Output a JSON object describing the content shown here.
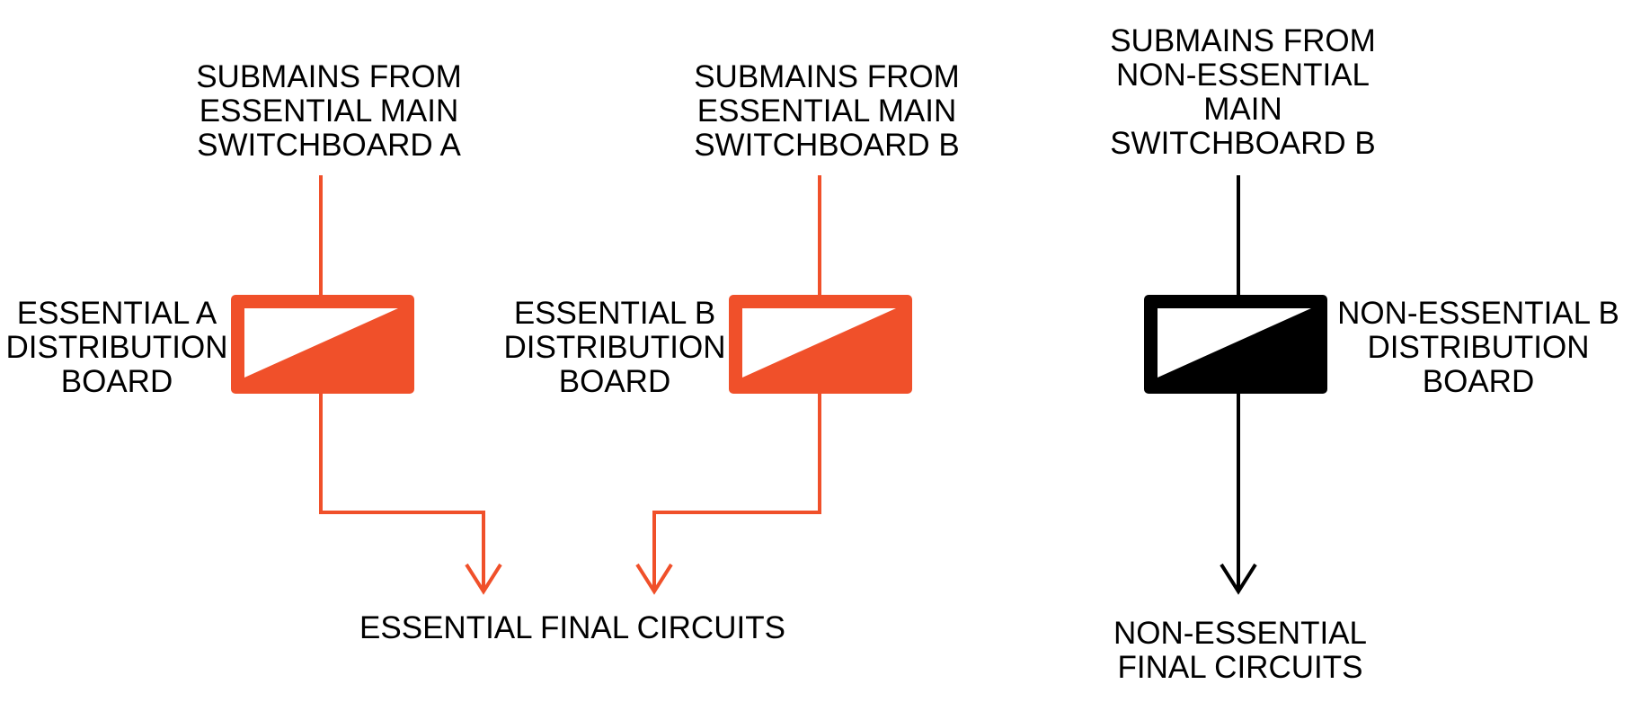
{
  "colors": {
    "essential": "#F0502A",
    "non_essential": "#000000",
    "background": "#FFFFFF"
  },
  "submains": {
    "a": [
      "SUBMAINS FROM",
      "ESSENTIAL MAIN",
      "SWITCHBOARD A"
    ],
    "b": [
      "SUBMAINS FROM",
      "ESSENTIAL MAIN",
      "SWITCHBOARD B"
    ],
    "ne": [
      "SUBMAINS FROM",
      "NON-ESSENTIAL",
      "MAIN",
      "SWITCHBOARD B"
    ]
  },
  "boards": {
    "a": [
      "ESSENTIAL A",
      "DISTRIBUTION",
      "BOARD"
    ],
    "b": [
      "ESSENTIAL B",
      "DISTRIBUTION",
      "BOARD"
    ],
    "ne": [
      "NON-ESSENTIAL B",
      "DISTRIBUTION",
      "BOARD"
    ]
  },
  "finals": {
    "essential": [
      "ESSENTIAL FINAL CIRCUITS"
    ],
    "non_essential": [
      "NON-ESSENTIAL",
      "FINAL CIRCUITS"
    ]
  }
}
